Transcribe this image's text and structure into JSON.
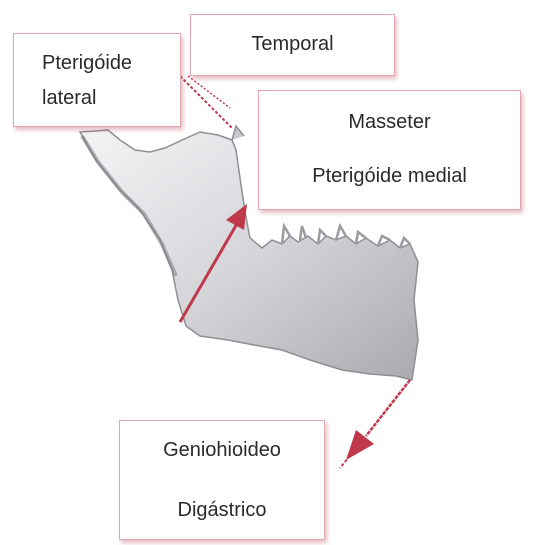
{
  "labels": {
    "pterigoide_lateral_line1": "Pterigóide",
    "pterigoide_lateral_line2": "lateral",
    "temporal": "Temporal",
    "masseter": "Masseter",
    "pterigoide_medial": "Pterigóide medial",
    "geniohioideo": "Geniohioideo",
    "digastrico": "Digástrico"
  },
  "colors": {
    "arrow": "#c0394b",
    "bone": "#d8d8dc",
    "bone_shadow": "#8e8e94",
    "box_border": "#e2a7ae"
  },
  "icons": {
    "bone": "mandible-bone",
    "up_arrow": "arrow-up-right",
    "down_arrow": "arrow-down-left",
    "connector": "dotted-connector"
  }
}
